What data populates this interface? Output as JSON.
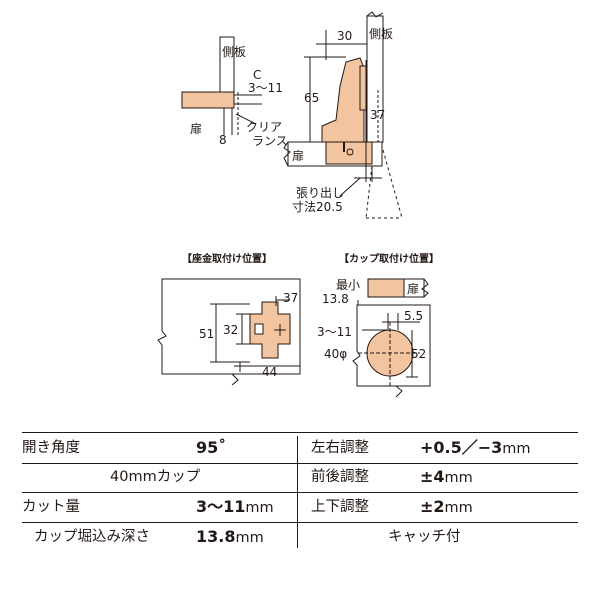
{
  "colors": {
    "wood": "#f2c4a0",
    "line": "#231815",
    "background": "#ffffff"
  },
  "side_view": {
    "panel_label_left": "側板",
    "c_label": "C",
    "c_range": "3〜11",
    "door_label_left": "扉",
    "dim_8": "8",
    "clearance_1": "クリア",
    "clearance_2": "ランス",
    "dim_30": "30",
    "panel_label_right": "側板",
    "dim_65": "65",
    "dim_37": "37",
    "door_label_right": "扉",
    "overhang_1": "張り出し",
    "overhang_2": "寸法20.5"
  },
  "plate_view": {
    "title": "【座金取付け位置】",
    "dim_37": "37",
    "dim_51": "51",
    "dim_32": "32",
    "dim_44": "44"
  },
  "cup_view": {
    "title": "【カップ取付け位置】",
    "min_label": "最小",
    "min_value": "13.8",
    "door_label": "扉",
    "dim_55": "5.5",
    "dim_range": "3〜11",
    "diameter": "40φ",
    "dim_52": "52"
  },
  "spec_table": {
    "opening_label": "開き角度",
    "opening_value": "95˚",
    "cup_size": "40mmカップ",
    "cut_label": "カット量",
    "cut_value": "3〜11",
    "cut_unit": "mm",
    "depth_label": "カップ堀込み深さ",
    "depth_value": "13.8",
    "depth_unit": "mm",
    "lr_label": "左右調整",
    "lr_value": "+0.5／−3",
    "lr_unit": "mm",
    "fb_label": "前後調整",
    "fb_value": "±4",
    "fb_unit": "mm",
    "ud_label": "上下調整",
    "ud_value": "±2",
    "ud_unit": "mm",
    "catch_label": "キャッチ付"
  }
}
